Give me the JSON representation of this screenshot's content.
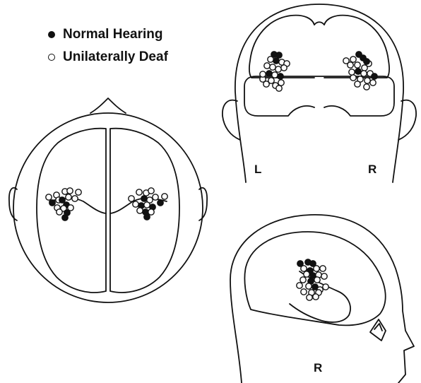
{
  "legend": {
    "items": [
      {
        "label": "Normal Hearing",
        "marker": "filled-dot",
        "color": "#111111"
      },
      {
        "label": "Unilaterally Deaf",
        "marker": "open-dot",
        "color": "#ffffff"
      }
    ]
  },
  "views": {
    "superior": {
      "labels": []
    },
    "posterior": {
      "labels": {
        "left": "L",
        "right": "R"
      }
    },
    "lateral": {
      "labels": {
        "side": "R"
      }
    }
  },
  "colors": {
    "stroke": "#111111",
    "normal_hearing": "#111111",
    "unilaterally_deaf": "#ffffff"
  }
}
